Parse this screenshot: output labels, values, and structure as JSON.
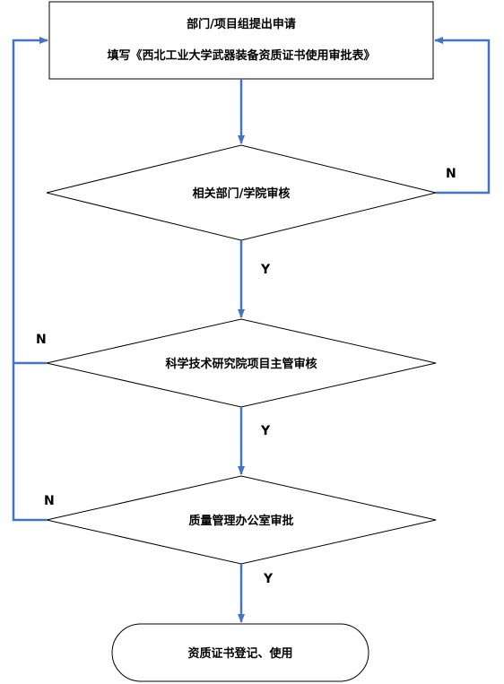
{
  "diagram": {
    "nodes": {
      "start_line1": "部门/项目组提出申请",
      "start_line2": "填写《西北工业大学武器装备资质证书使用审批表》",
      "review_dept": "相关部门/学院审核",
      "review_research": "科学技术研究院项目主管审核",
      "review_quality": "质量管理办公室审批",
      "end_register": "资质证书登记、使用"
    },
    "edge_labels": {
      "dept_no": "N",
      "dept_yes": "Y",
      "research_no": "N",
      "research_yes": "Y",
      "quality_no": "N",
      "quality_yes": "Y"
    },
    "colors": {
      "arrow": "#4472C4",
      "border": "#000000",
      "fill": "#ffffff"
    }
  }
}
